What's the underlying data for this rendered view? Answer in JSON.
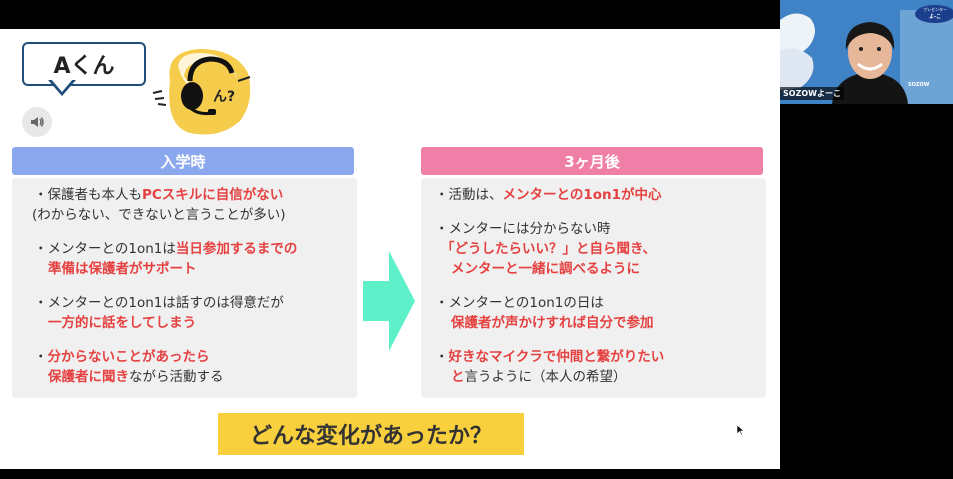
{
  "slide": {
    "speech_label": "Aくん",
    "avatar_text": "ん?",
    "before": {
      "heading": "入学時",
      "items": [
        [
          "・保護者も本人も",
          "PCスキルに自信がない"
        ],
        [
          "(わからない、できないと言うことが多い)"
        ],
        [
          "・メンターとの1on1は",
          "当日参加するまでの"
        ],
        [
          "準備は保護者がサポート"
        ],
        [
          "・メンターとの1on1は話すのは得意だが"
        ],
        [
          "一方的に話をしてしまう"
        ],
        [
          "・",
          "分からないことがあったら"
        ],
        [
          "保護者に聞き",
          "ながら活動する"
        ]
      ]
    },
    "after": {
      "heading": "3ヶ月後",
      "items": [
        [
          "・活動は、",
          "メンターとの1on1が中心"
        ],
        [
          "・メンターには分からない時"
        ],
        [
          "「どうしたらいい？」と自ら聞き、"
        ],
        [
          "メンターと一緒に調べるように"
        ],
        [
          "・メンターとの1on1の日は"
        ],
        [
          "保護者が声かけすれば自分で参加"
        ],
        [
          "・",
          "好きなマイクラで仲間と繋がりたい"
        ],
        [
          "と",
          "言うように（本人の希望）"
        ]
      ]
    },
    "question": "どんな変化があったか？"
  },
  "video": {
    "name": "SOZOWよーこ",
    "badge": "プレゼンター",
    "logo": "SOZOW"
  },
  "colors": {
    "before_head": "#8ba8ee",
    "after_head": "#f07fa8",
    "highlight": "#e64141",
    "question_bg": "#f8cf3c",
    "arrow": "#5ef0c9"
  },
  "icons": [
    "speaker-icon",
    "headset-avatar-icon",
    "arrow-right-icon",
    "cursor-icon"
  ]
}
